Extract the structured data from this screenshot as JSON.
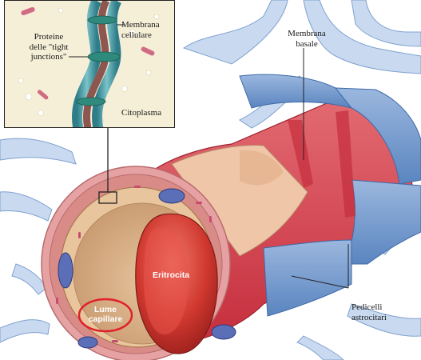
{
  "labels": {
    "tight_junctions": "Proteine delle \"tight junctions\"",
    "tight_junctions_l1": "Proteine",
    "tight_junctions_l2": "delle \"tight",
    "tight_junctions_l3": "junctions\"",
    "membrana_cellulare_l1": "Membrana",
    "membrana_cellulare_l2": "cellulare",
    "citoplasma": "Citoplasma",
    "membrana_basale_l1": "Membrana",
    "membrana_basale_l2": "basale",
    "eritrocita": "Eritrocita",
    "lume_l1": "Lume",
    "lume_l2": "capillare",
    "pedicelli_l1": "Pedicelli",
    "pedicelli_l2": "astrocitari"
  },
  "colors": {
    "astrocyte_blue": "#5b86c2",
    "astrocyte_light": "#a9c3e4",
    "vessel_red": "#d63a48",
    "vessel_pink": "#e9a3a6",
    "tissue_tan": "#e8c9a2",
    "erythrocyte": "#c8312c",
    "highlight_circle": "#e0202a",
    "membrane_teal": "#3f8f9a",
    "inset_bg": "#f6efd8"
  }
}
